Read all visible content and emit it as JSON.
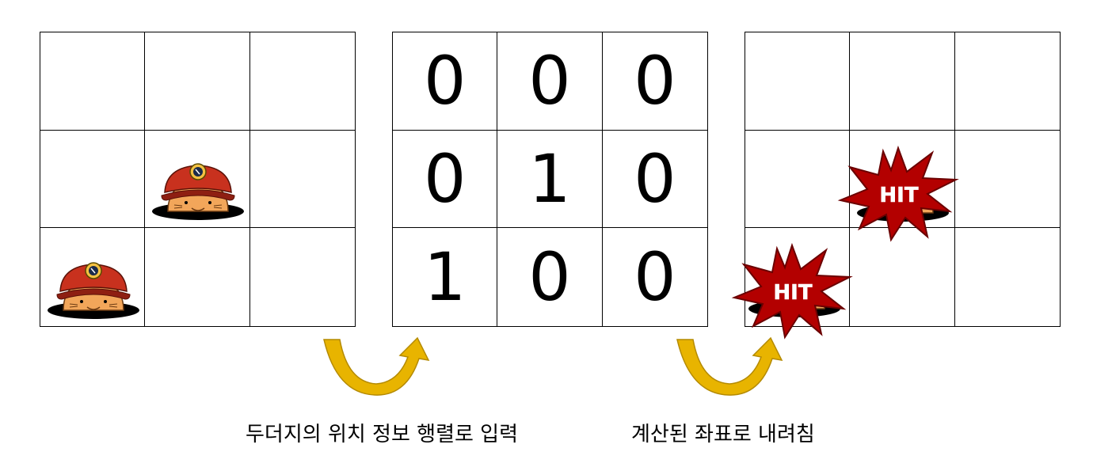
{
  "panels": {
    "mole_grid": {
      "rows": 3,
      "cols": 3,
      "mole_cells": [
        [
          1,
          1
        ],
        [
          2,
          0
        ]
      ]
    },
    "matrix_grid": {
      "values": [
        [
          "0",
          "0",
          "0"
        ],
        [
          "0",
          "1",
          "0"
        ],
        [
          "1",
          "0",
          "0"
        ]
      ]
    },
    "hit_grid": {
      "hit_cells": [
        [
          1,
          1
        ],
        [
          2,
          0
        ]
      ],
      "hit_label": "HIT"
    }
  },
  "captions": {
    "step1": "두더지의 위치 정보 행렬로 입력",
    "step2": "계산된 좌표로 내려침"
  },
  "colors": {
    "arrow_fill": "#E8B400",
    "arrow_stroke": "#B48A00",
    "hit_fill": "#B30000",
    "mole_helmet": "#C8311E",
    "mole_face": "#F2A65A"
  },
  "icons": {
    "mole": "mole-with-miner-helmet-icon",
    "hit": "hit-starburst-icon",
    "arrow": "curved-arrow-icon"
  }
}
